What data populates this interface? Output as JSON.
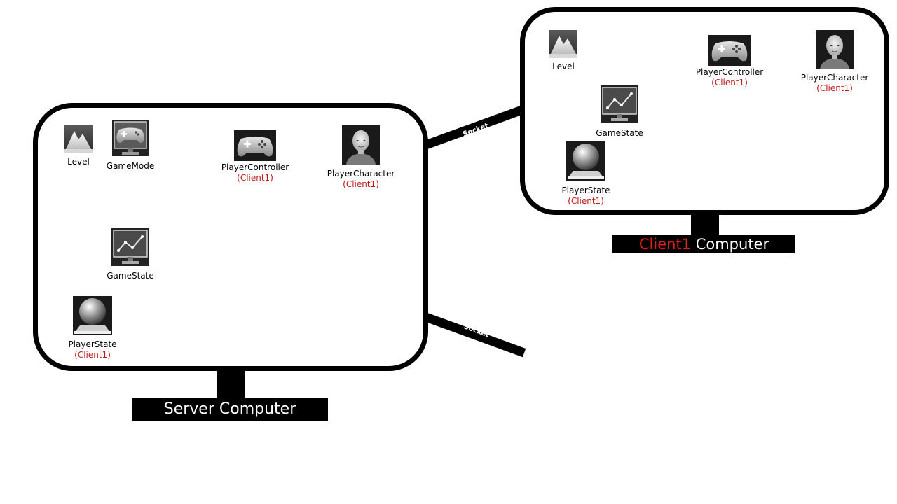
{
  "server": {
    "base_label": "Server Computer",
    "items": {
      "level": "Level",
      "gamemode": "GameMode",
      "playercontroller": "PlayerController",
      "playercontroller_sub": "Client1",
      "playercharacter": "PlayerCharacter",
      "playercharacter_sub": "Client1",
      "gamestate": "GameState",
      "playerstate": "PlayerState",
      "playerstate_sub": "Client1"
    }
  },
  "client": {
    "base_label_red": "Client1",
    "base_label_rest": " Computer",
    "items": {
      "level": "Level",
      "playercontroller": "PlayerController",
      "playercontroller_sub": "Client1",
      "playercharacter": "PlayerCharacter",
      "playercharacter_sub": "Client1",
      "gamestate": "GameState",
      "playerstate": "PlayerState",
      "playerstate_sub": "Client1"
    }
  },
  "links": {
    "socket_top": "Socket",
    "socket_bottom": "Socket"
  },
  "colors": {
    "frame": "#000000",
    "client_red": "#e0201a",
    "sub_red": "#c01a1a"
  }
}
